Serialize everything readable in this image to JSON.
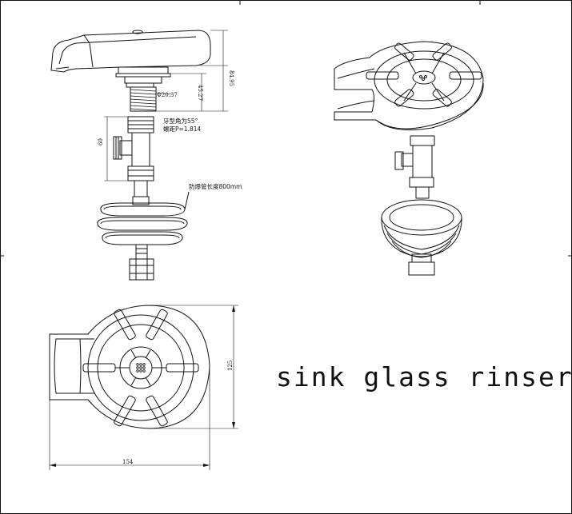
{
  "title": "sink glass rinser",
  "side_view": {
    "dim_height_total": "84.95",
    "dim_height_stem": "45.27",
    "dim_thread_dia": "Φ20.37",
    "thread_note_line1": "牙型角为55°",
    "thread_note_line2": "螺距P=1.814",
    "dim_valve": "60",
    "hose_note": "防爆管长度800mm"
  },
  "top_view": {
    "dim_width": "154",
    "dim_height": "125"
  },
  "iso_view": {}
}
